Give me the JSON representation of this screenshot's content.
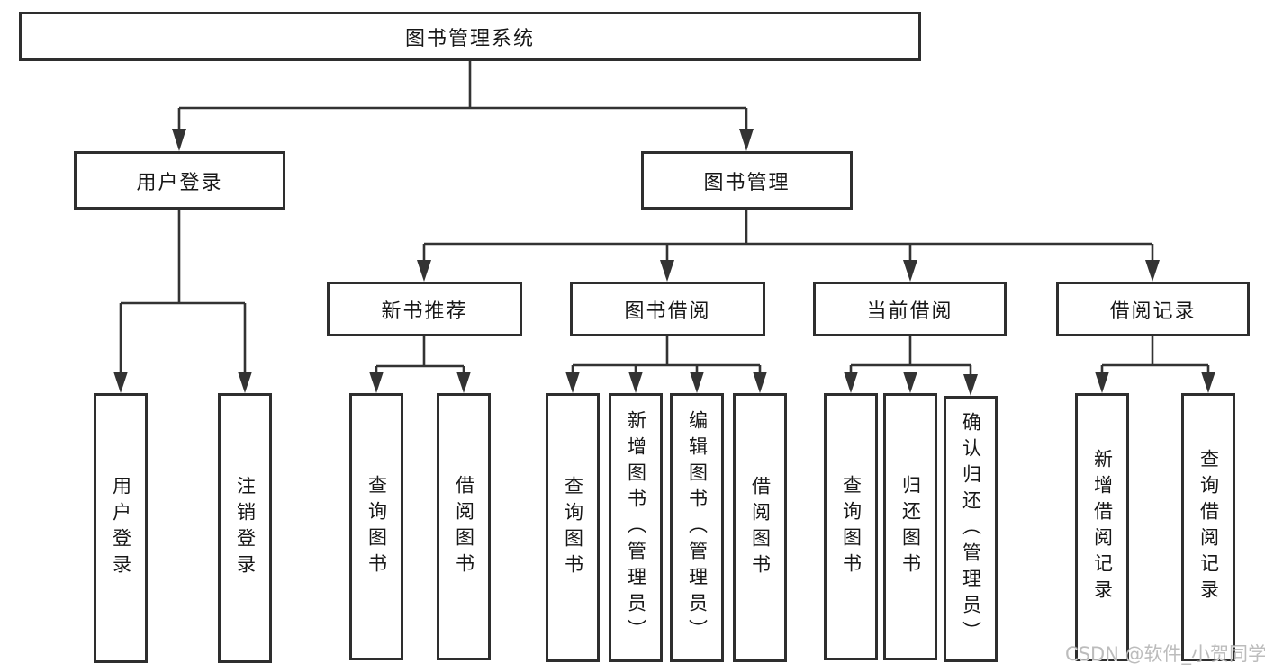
{
  "tree": {
    "root": {
      "label": "图书管理系统"
    },
    "branches": [
      {
        "label": "用户登录",
        "children": [
          "用户登录",
          "注销登录"
        ]
      },
      {
        "label": "图书管理",
        "children": [
          {
            "label": "新书推荐",
            "children": [
              "查询图书",
              "借阅图书"
            ]
          },
          {
            "label": "图书借阅",
            "children": [
              "查询图书",
              "新增图书（管理员）",
              "编辑图书（管理员）",
              "借阅图书"
            ]
          },
          {
            "label": "当前借阅",
            "children": [
              "查询图书",
              "归还图书",
              "确认归还（管理员）"
            ]
          },
          {
            "label": "借阅记录",
            "children": [
              "新增借阅记录",
              "查询借阅记录"
            ]
          }
        ]
      }
    ]
  },
  "watermark": {
    "text": "CSDN @软件_小贺同学"
  },
  "colors": {
    "line": "#333333",
    "box_border": "#2e2e2e",
    "text": "#171717",
    "watermark": "#a5a5a5",
    "background": "#ffffff"
  }
}
